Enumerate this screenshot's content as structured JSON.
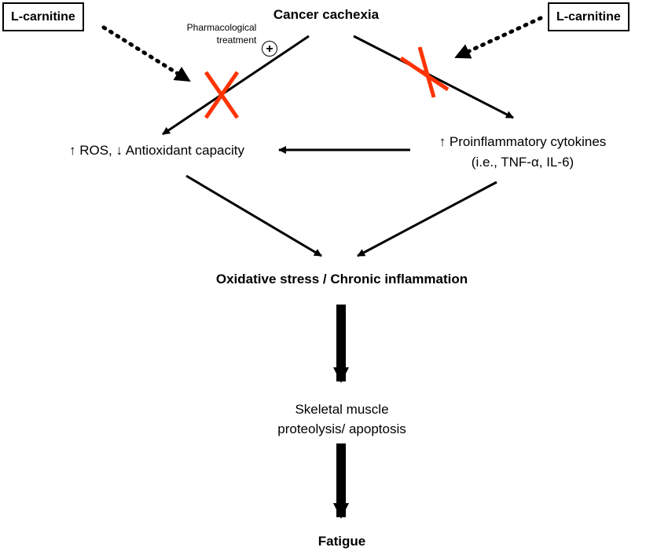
{
  "nodes": {
    "lcarnitine_left": "L-carnitine",
    "lcarnitine_right": "L-carnitine",
    "cancer_cachexia": "Cancer cachexia",
    "pharma_line1": "Pharmacological",
    "pharma_line2": "treatment",
    "plus_symbol": "+",
    "ros": "↑ ROS, ↓ Antioxidant capacity",
    "cytokines_line1": "↑ Proinflammatory cytokines",
    "cytokines_line2": "(i.e., TNF-α, IL-6)",
    "oxidative": "Oxidative stress / Chronic inflammation",
    "skeletal_line1": "Skeletal muscle",
    "skeletal_line2": "proteolysis/ apoptosis",
    "fatigue": "Fatigue"
  },
  "colors": {
    "ink": "#000000",
    "block_cross": "#ff3300"
  },
  "edges": [
    {
      "from": "cancer_cachexia",
      "to": "ros",
      "style": "solid",
      "blocked": true
    },
    {
      "from": "cancer_cachexia",
      "to": "cytokines",
      "style": "solid",
      "blocked": true
    },
    {
      "from": "cytokines",
      "to": "ros",
      "style": "solid",
      "blocked": false
    },
    {
      "from": "ros",
      "to": "oxidative",
      "style": "solid",
      "blocked": false
    },
    {
      "from": "cytokines",
      "to": "oxidative",
      "style": "solid",
      "blocked": false
    },
    {
      "from": "oxidative",
      "to": "skeletal",
      "style": "thick",
      "blocked": false
    },
    {
      "from": "skeletal",
      "to": "fatigue",
      "style": "thick",
      "blocked": false
    },
    {
      "from": "lcarnitine_left",
      "to": "cancer_cachexia->ros",
      "style": "dotted",
      "blocked": false
    },
    {
      "from": "lcarnitine_right",
      "to": "cancer_cachexia->cytokines",
      "style": "dotted",
      "blocked": false
    }
  ]
}
